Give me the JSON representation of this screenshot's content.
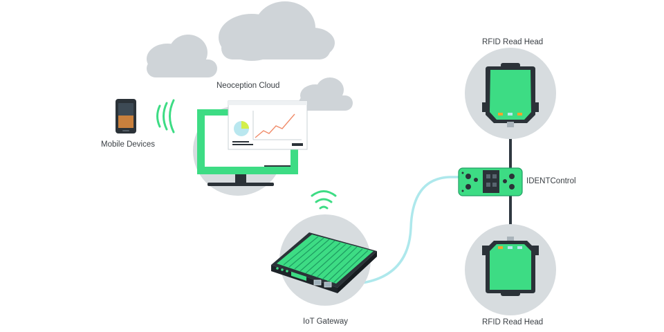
{
  "labels": {
    "cloud": "Neoception Cloud",
    "mobile": "Mobile Devices",
    "gateway": "IoT Gateway",
    "rfid_top": "RFID Read Head",
    "identcontrol": "IDENTControl",
    "rfid_bottom": "RFID Read Head"
  },
  "icons": {
    "clouds": "cloud-icon",
    "phone": "phone-icon",
    "monitor": "monitor-icon",
    "wifi": "wifi-icon",
    "gateway": "gateway-device-icon",
    "rfid": "rfid-read-head-icon",
    "controller": "identcontrol-device-icon"
  },
  "colors": {
    "accent_green": "#3ddc84",
    "dark_green": "#1f9e63",
    "device_dark": "#2b3238",
    "circle_gray": "#d7dcdf",
    "cloud_gray": "#cfd4d8",
    "cable_cyan": "#aee8ec",
    "cable_dark": "#2f3840",
    "label_text": "#3a3f44"
  }
}
